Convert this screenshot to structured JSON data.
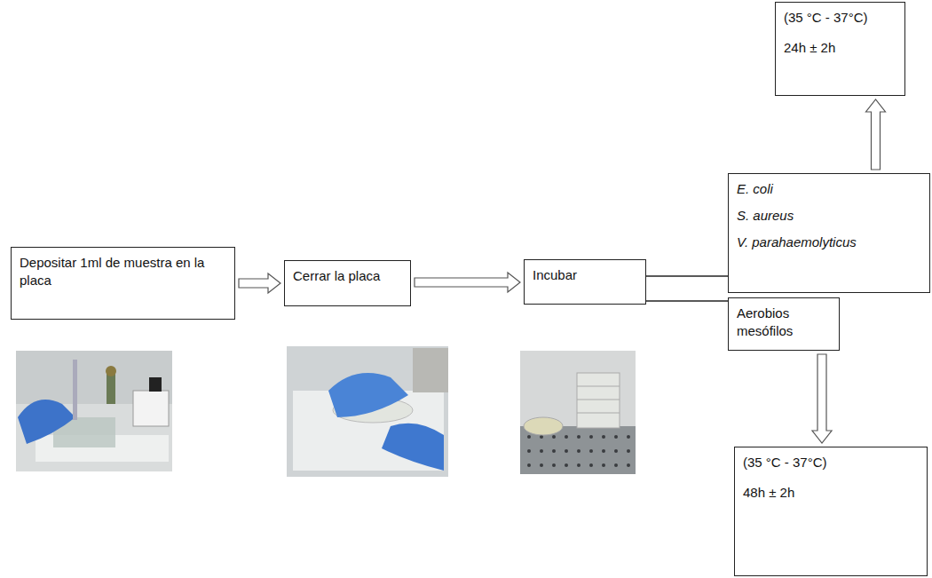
{
  "diagram": {
    "nodes": [
      {
        "text": [
          "Depositar 1ml de muestra en la placa"
        ]
      },
      {
        "text": [
          "Cerrar la placa"
        ]
      },
      {
        "text": [
          "Incubar"
        ]
      },
      {
        "text": [
          "E. coli",
          "S. aureus",
          "V. parahaemolyticus"
        ]
      },
      {
        "text": [
          "Aerobios mesófilos"
        ]
      },
      {
        "text": [
          "(35 °C - 37°C)",
          "24h ± 2h"
        ]
      },
      {
        "text": [
          "(35 °C - 37°C)",
          "48h ± 2h"
        ]
      }
    ],
    "edges": [
      {
        "from": 0,
        "to": 1,
        "arrow": "to"
      },
      {
        "from": 1,
        "to": 2,
        "arrow": "to"
      },
      {
        "from": 2,
        "to": 3,
        "arrow": "none"
      },
      {
        "from": 2,
        "to": 4,
        "arrow": "none"
      },
      {
        "from": 3,
        "to": 5,
        "arrow": "to"
      },
      {
        "from": 4,
        "to": 6,
        "arrow": "to"
      }
    ]
  }
}
